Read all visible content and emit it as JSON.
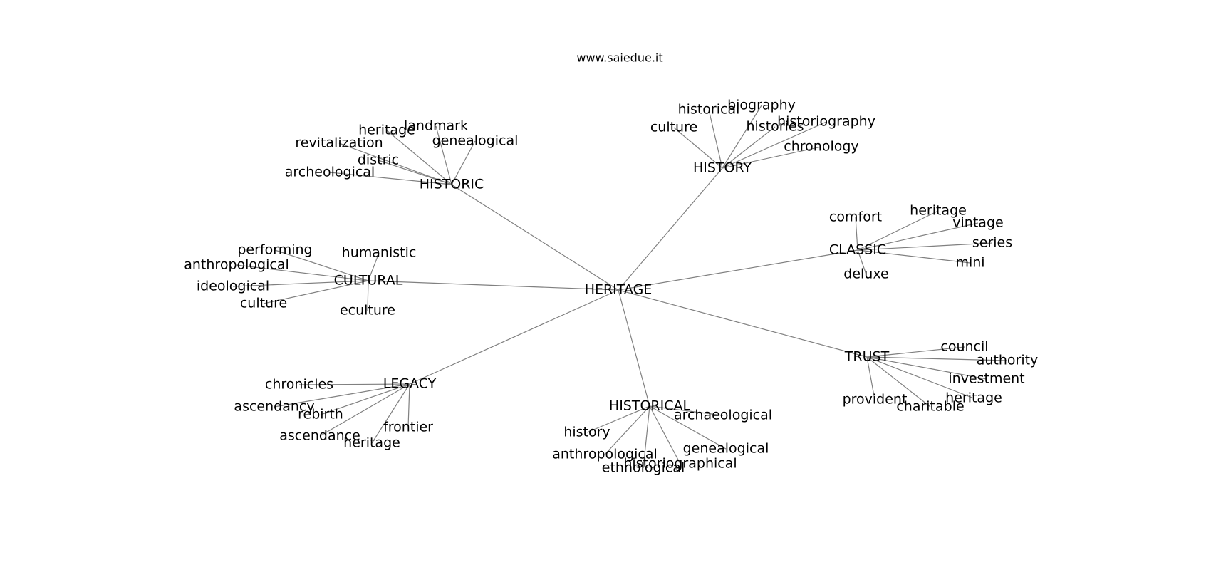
{
  "header": {
    "site": "www.saiedue.it"
  },
  "colors": {
    "edge": "#808080",
    "text": "#000000",
    "background": "#ffffff"
  },
  "graph": {
    "root": "HERITAGE",
    "nodes": [
      "HERITAGE",
      "HISTORIC",
      "heritage",
      "landmark",
      "genealogical",
      "revitalization",
      "distric",
      "archeological",
      "HISTORY",
      "historical",
      "biography",
      "culture",
      "histories",
      "historiography",
      "chronology",
      "CLASSIC",
      "comfort",
      "heritage",
      "vintage",
      "series",
      "mini",
      "deluxe",
      "CULTURAL",
      "performing",
      "humanistic",
      "anthropological",
      "ideological",
      "culture",
      "eculture",
      "TRUST",
      "council",
      "authority",
      "investment",
      "heritage",
      "provident",
      "charitable",
      "LEGACY",
      "chronicles",
      "ascendancy",
      "rebirth",
      "frontier",
      "ascendance",
      "heritage",
      "HISTORICAL",
      "archaeological",
      "history",
      "genealogical",
      "anthropological",
      "historiographical",
      "ethnological"
    ],
    "edges": [
      [
        0,
        1
      ],
      [
        0,
        8
      ],
      [
        0,
        15
      ],
      [
        0,
        22
      ],
      [
        0,
        29
      ],
      [
        0,
        36
      ],
      [
        0,
        43
      ],
      [
        1,
        2
      ],
      [
        1,
        3
      ],
      [
        1,
        4
      ],
      [
        1,
        5
      ],
      [
        1,
        6
      ],
      [
        1,
        7
      ],
      [
        8,
        9
      ],
      [
        8,
        10
      ],
      [
        8,
        11
      ],
      [
        8,
        12
      ],
      [
        8,
        13
      ],
      [
        8,
        14
      ],
      [
        15,
        16
      ],
      [
        15,
        17
      ],
      [
        15,
        18
      ],
      [
        15,
        19
      ],
      [
        15,
        20
      ],
      [
        15,
        21
      ],
      [
        22,
        23
      ],
      [
        22,
        24
      ],
      [
        22,
        25
      ],
      [
        22,
        26
      ],
      [
        22,
        27
      ],
      [
        22,
        28
      ],
      [
        29,
        30
      ],
      [
        29,
        31
      ],
      [
        29,
        32
      ],
      [
        29,
        33
      ],
      [
        29,
        34
      ],
      [
        29,
        35
      ],
      [
        36,
        37
      ],
      [
        36,
        38
      ],
      [
        36,
        39
      ],
      [
        36,
        40
      ],
      [
        36,
        41
      ],
      [
        36,
        42
      ],
      [
        43,
        44
      ],
      [
        43,
        45
      ],
      [
        43,
        46
      ],
      [
        43,
        47
      ],
      [
        43,
        48
      ],
      [
        43,
        49
      ]
    ]
  }
}
